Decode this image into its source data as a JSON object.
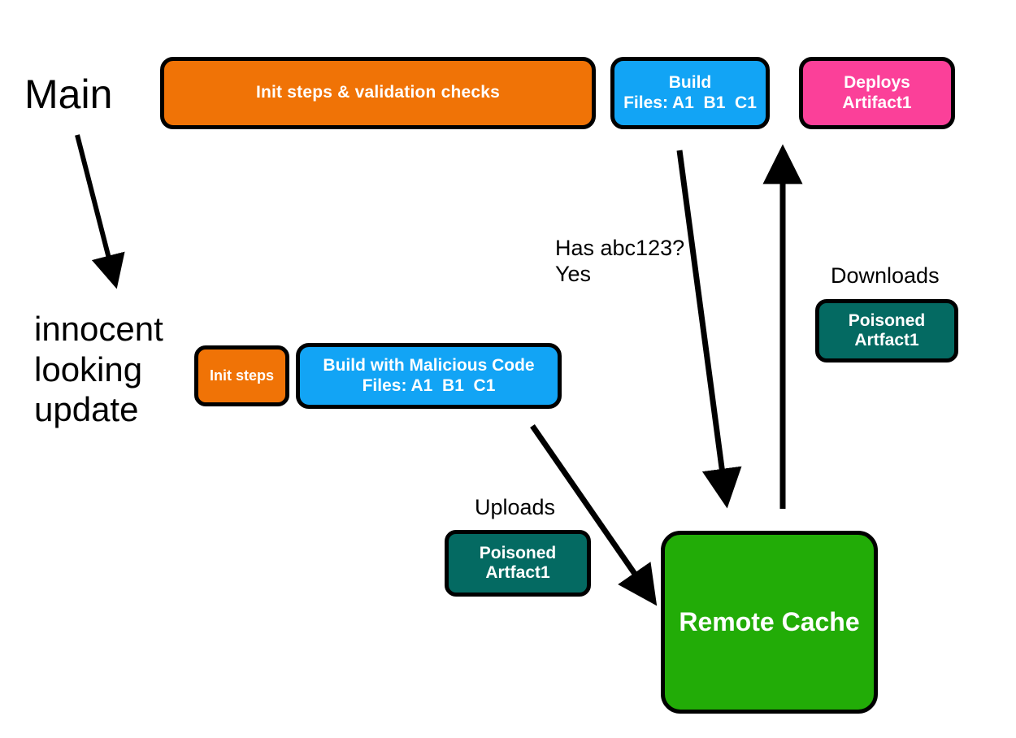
{
  "diagram": {
    "title_labels": {
      "main_branch": "Main",
      "feature_branch": "innocent\nlooking\nupdate"
    },
    "main_pipeline": [
      {
        "id": "init-validation",
        "label": "Init steps & validation checks",
        "color": "#f07306"
      },
      {
        "id": "build",
        "label": "Build\nFiles: A1  B1  C1",
        "color": "#12a4f5"
      },
      {
        "id": "deploys",
        "label": "Deploys\nArtifact1",
        "color": "#fb4099"
      }
    ],
    "feature_pipeline": [
      {
        "id": "init-steps",
        "label": "Init steps",
        "color": "#f07306"
      },
      {
        "id": "build-malicious",
        "label": "Build with Malicious Code\nFiles: A1  B1  C1",
        "color": "#12a4f5"
      }
    ],
    "artifacts": [
      {
        "id": "poisoned-upload",
        "label": "Poisoned\nArtfact1",
        "color": "#046a62",
        "caption": "Uploads"
      },
      {
        "id": "poisoned-download",
        "label": "Poisoned\nArtfact1",
        "color": "#046a62",
        "caption": "Downloads"
      }
    ],
    "cache": {
      "id": "remote-cache",
      "label": "Remote Cache",
      "color": "#22ac07"
    },
    "edge_labels": {
      "cache_lookup": "Has abc123?\nYes",
      "uploads": "Uploads",
      "downloads": "Downloads"
    },
    "arrows": [
      {
        "name": "main-to-feature-branch",
        "from": "Main",
        "to": "innocent looking update"
      },
      {
        "name": "build-to-remote-cache",
        "from": "Build",
        "to": "Remote Cache",
        "label": "Has abc123? Yes"
      },
      {
        "name": "remote-cache-to-deploys",
        "from": "Remote Cache",
        "to": "Deploys Artifact1",
        "label": "Downloads"
      },
      {
        "name": "malicious-build-to-remote-cache",
        "from": "Build with Malicious Code",
        "to": "Remote Cache",
        "label": "Uploads"
      }
    ],
    "stroke_color": "#000000"
  }
}
